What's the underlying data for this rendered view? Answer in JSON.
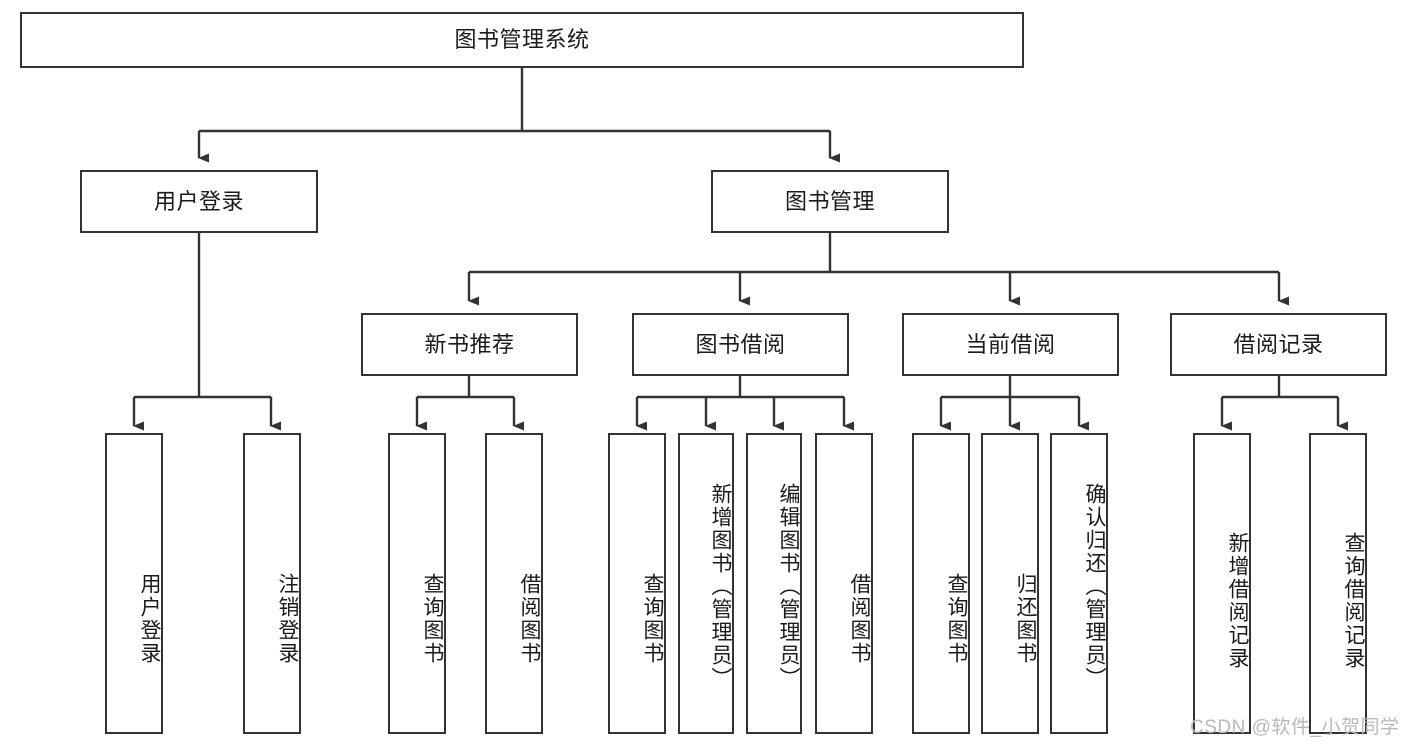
{
  "diagram": {
    "title": "图书管理系统",
    "type": "tree-hierarchy",
    "watermark": "CSDN @软件_小贺同学",
    "colors": {
      "border": "#333333",
      "background": "#ffffff",
      "text": "#1b1b1b",
      "watermark": "#b9b9b9"
    },
    "levels": {
      "root": {
        "label": "图书管理系统"
      },
      "level2": [
        {
          "label": "用户登录"
        },
        {
          "label": "图书管理"
        }
      ],
      "level3": [
        {
          "label": "新书推荐"
        },
        {
          "label": "图书借阅"
        },
        {
          "label": "当前借阅"
        },
        {
          "label": "借阅记录"
        }
      ],
      "leaves": [
        {
          "label": "用户登录",
          "parent": "用户登录"
        },
        {
          "label": "注销登录",
          "parent": "用户登录"
        },
        {
          "label": "查询图书",
          "parent": "新书推荐"
        },
        {
          "label": "借阅图书",
          "parent": "新书推荐"
        },
        {
          "label": "查询图书",
          "parent": "图书借阅"
        },
        {
          "label": "新增图书（管理员）",
          "parent": "图书借阅"
        },
        {
          "label": "编辑图书（管理员）",
          "parent": "图书借阅"
        },
        {
          "label": "借阅图书",
          "parent": "图书借阅"
        },
        {
          "label": "查询图书",
          "parent": "当前借阅"
        },
        {
          "label": "归还图书",
          "parent": "当前借阅"
        },
        {
          "label": "确认归还（管理员）",
          "parent": "当前借阅"
        },
        {
          "label": "新增借阅记录",
          "parent": "借阅记录"
        },
        {
          "label": "查询借阅记录",
          "parent": "借阅记录"
        }
      ]
    }
  }
}
